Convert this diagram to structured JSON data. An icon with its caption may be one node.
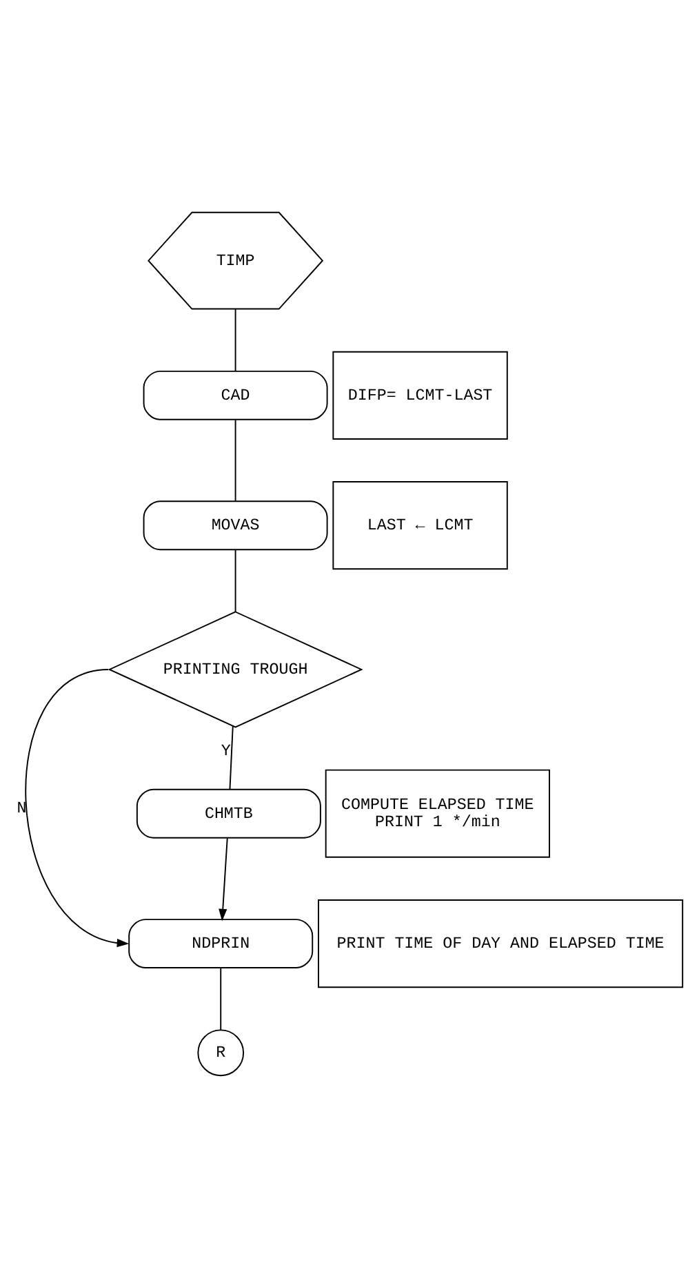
{
  "diagram": {
    "nodes": [
      {
        "text": [
          "TIMP"
        ]
      },
      {
        "text": [
          "CAD"
        ]
      },
      {
        "text": [
          "DIFP= LCMT-LAST"
        ]
      },
      {
        "text": [
          "MOVAS"
        ]
      },
      {
        "text": [
          "LAST ← LCMT"
        ]
      },
      {
        "text": [
          "PRINTING TROUGH"
        ]
      },
      {
        "text": [
          "CHMTB"
        ]
      },
      {
        "text": [
          "COMPUTE ELAPSED TIME",
          "PRINT 1 */min"
        ]
      },
      {
        "text": [
          "NDPRIN"
        ]
      },
      {
        "text": [
          "PRINT TIME OF DAY AND ELAPSED TIME"
        ]
      },
      {
        "text": [
          "R"
        ]
      }
    ],
    "edges": [
      {
        "from": 0,
        "to": 1,
        "arrow": "none"
      },
      {
        "from": 1,
        "to": 3,
        "arrow": "none"
      },
      {
        "from": 3,
        "to": 5,
        "arrow": "none"
      },
      {
        "from": 5,
        "to": 6,
        "label": "Y",
        "arrow": "none"
      },
      {
        "from": 6,
        "to": 8,
        "arrow": "to"
      },
      {
        "from": 5,
        "to": 8,
        "label": "N",
        "arrow": "to"
      },
      {
        "from": 8,
        "to": 10,
        "arrow": "none"
      }
    ]
  }
}
